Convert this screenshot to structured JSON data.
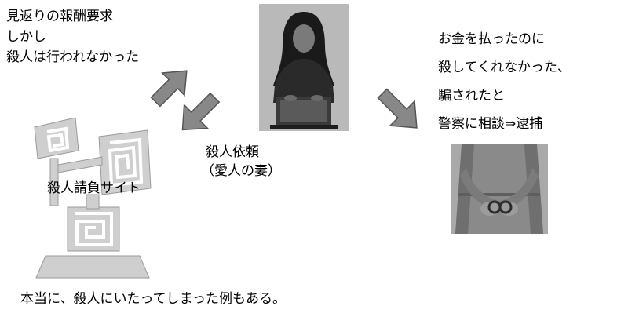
{
  "request_note": {
    "lines": [
      "見返りの報酬要求",
      "しかし",
      "殺人は行われなかった"
    ]
  },
  "victim_note": {
    "lines": [
      "お金を払ったのに",
      "殺してくれなかった、",
      "騙されたと",
      "警察に相談⇒逮捕"
    ]
  },
  "request_label": {
    "line1": "殺人依頼",
    "line2": "（愛人の妻）"
  },
  "site_label": "殺人請負サイト",
  "footer_note": "本当に、殺人にいたってしまった例もある。",
  "colors": {
    "arrow_fill": "#888888",
    "arrow_stroke": "#555555",
    "computer_gray": "#cfcfcf",
    "photo_bg": "#a9a9a9"
  }
}
